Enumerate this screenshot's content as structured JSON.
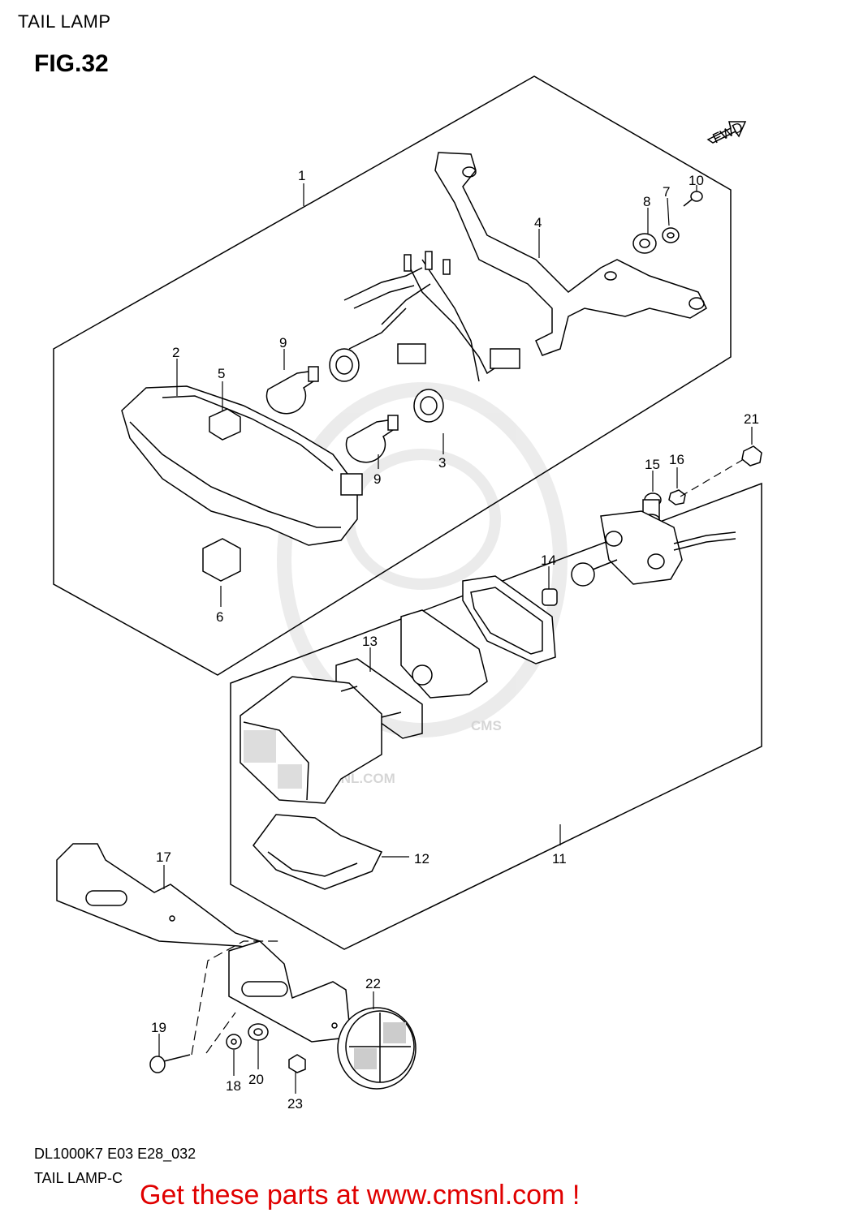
{
  "header": {
    "section_title": "TAIL LAMP",
    "figure_label": "FIG.32"
  },
  "forward_badge": "FWD",
  "watermark": {
    "brand": "CMS",
    "site": "WWW.CMSNL.COM"
  },
  "callouts": [
    "1",
    "2",
    "3",
    "4",
    "5",
    "6",
    "7",
    "8",
    "9",
    "9",
    "10",
    "11",
    "12",
    "13",
    "14",
    "15",
    "16",
    "17",
    "18",
    "19",
    "20",
    "21",
    "22",
    "23"
  ],
  "footer": {
    "model_code": "DL1000K7 E03 E28_032",
    "caption": "TAIL LAMP-C",
    "promo": "Get these parts at www.cmsnl.com !"
  }
}
